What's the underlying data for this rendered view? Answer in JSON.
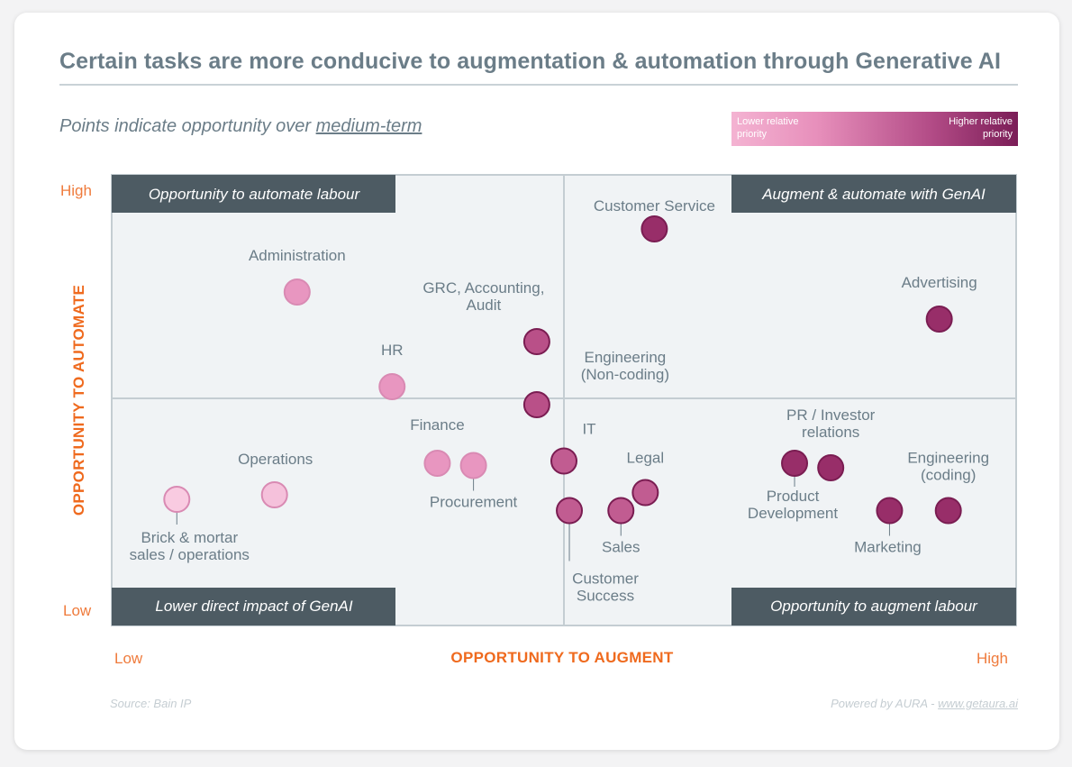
{
  "title": "Certain tasks are more conducive to augmentation & automation through Generative AI",
  "subtitle_prefix": "Points indicate opportunity over ",
  "subtitle_term": "medium-term",
  "legend": {
    "low_label": "Lower relative priority",
    "high_label": "Higher relative priority",
    "gradient_colors": [
      "#f4b3d2",
      "#e78fbb",
      "#b24b86",
      "#7b1d57"
    ]
  },
  "footer": {
    "source": "Source: Bain IP",
    "powered_prefix": "Powered by AURA - ",
    "powered_url": "www.getaura.ai"
  },
  "colors": {
    "accent_orange": "#ef6a1e",
    "quadrant_bg": "#f0f3f5",
    "quadrant_border": "#c4cdd2",
    "label_box": "#4d5b63",
    "text_gray": "#6b7d88"
  },
  "chart_data": {
    "type": "scatter",
    "title": "Certain tasks are more conducive to augmentation & automation through Generative AI",
    "xlabel": "OPPORTUNITY TO AUGMENT",
    "ylabel": "OPPORTUNITY TO AUTOMATE",
    "x_low_label": "Low",
    "x_high_label": "High",
    "y_low_label": "Low",
    "y_high_label": "High",
    "xlim": [
      0,
      100
    ],
    "ylim": [
      0,
      100
    ],
    "grid": false,
    "quadrants": {
      "top_left": "Opportunity to automate labour",
      "top_right": "Augment & automate with GenAI",
      "bottom_left": "Lower direct impact of GenAI",
      "bottom_right": "Opportunity to augment labour"
    },
    "points": [
      {
        "label": "Customer Service",
        "x": 60,
        "y": 88,
        "priority": 0.85
      },
      {
        "label": "Advertising",
        "x": 91.5,
        "y": 68,
        "priority": 0.85
      },
      {
        "label": "Administration",
        "x": 20.5,
        "y": 74,
        "priority": 0.3
      },
      {
        "label": "GRC, Accounting, Audit",
        "x": 47,
        "y": 63,
        "priority": 0.6
      },
      {
        "label": "HR",
        "x": 31,
        "y": 53,
        "priority": 0.3
      },
      {
        "label": "Engineering (Non-coding)",
        "x": 47,
        "y": 49,
        "priority": 0.6
      },
      {
        "label": "Finance",
        "x": 36,
        "y": 36,
        "priority": 0.3
      },
      {
        "label": "Procurement",
        "x": 40,
        "y": 35.5,
        "priority": 0.3
      },
      {
        "label": "Operations",
        "x": 18,
        "y": 29,
        "priority": 0.1
      },
      {
        "label": "Brick & mortar sales / operations",
        "x": 7.2,
        "y": 28,
        "priority": 0.05
      },
      {
        "label": "IT",
        "x": 50,
        "y": 36.5,
        "priority": 0.55
      },
      {
        "label": "Customer Success",
        "x": 50.6,
        "y": 25.5,
        "priority": 0.55
      },
      {
        "label": "Sales",
        "x": 56.3,
        "y": 25.5,
        "priority": 0.55
      },
      {
        "label": "Legal",
        "x": 59,
        "y": 29.5,
        "priority": 0.55
      },
      {
        "label": "Product Development",
        "x": 75.5,
        "y": 36,
        "priority": 0.85
      },
      {
        "label": "PR / Investor relations",
        "x": 79.5,
        "y": 35,
        "priority": 0.85
      },
      {
        "label": "Marketing",
        "x": 86,
        "y": 25.5,
        "priority": 0.85
      },
      {
        "label": "Engineering (coding)",
        "x": 92.5,
        "y": 25.5,
        "priority": 0.85
      }
    ]
  }
}
